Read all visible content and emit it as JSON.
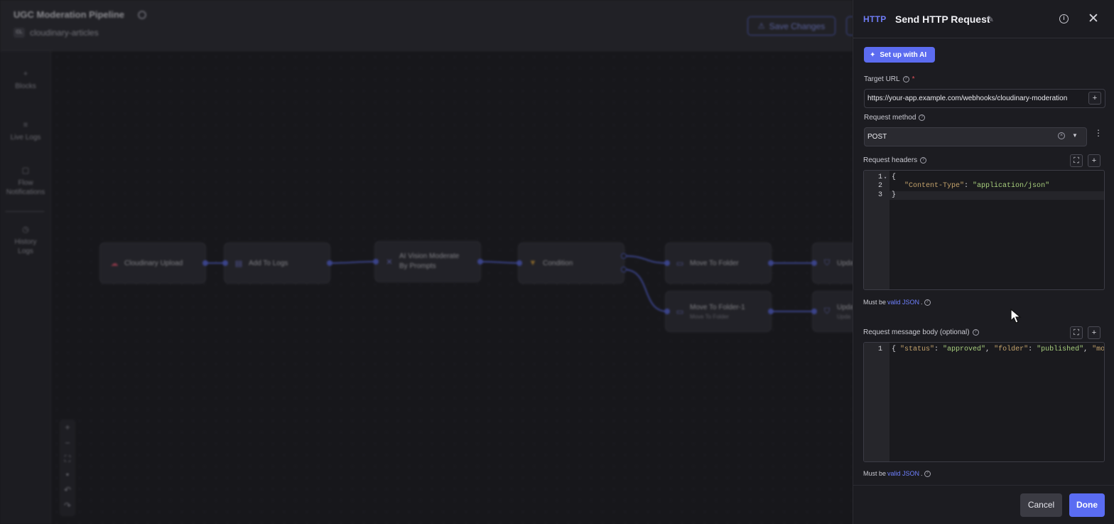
{
  "flow": {
    "title": "UGC Moderation Pipeline",
    "project_badge": "CL",
    "project_name": "cloudinary-articles",
    "save_label": "Save Changes"
  },
  "leftnav": [
    {
      "label": "Blocks",
      "icon": "plus-icon"
    },
    {
      "label": "Live Logs",
      "icon": "list-icon"
    },
    {
      "label": "Flow Notifications",
      "icon": "book-icon"
    },
    {
      "label": "History Logs",
      "icon": "history-icon"
    }
  ],
  "nodes": [
    {
      "label": "Cloudinary Upload",
      "sub": "",
      "icon": "cloud-icon"
    },
    {
      "label": "Add To Logs",
      "sub": "",
      "icon": "list-icon"
    },
    {
      "label": "AI Vision Moderate By Prompts",
      "sub": "",
      "icon": "eye-icon"
    },
    {
      "label": "Condition",
      "sub": "",
      "icon": "filter-icon"
    },
    {
      "label": "Move To Folder",
      "sub": "",
      "icon": "folder-icon"
    },
    {
      "label": "Move To Folder-1",
      "sub": "Move To Folder",
      "icon": "folder-icon"
    },
    {
      "label": "Upda",
      "sub": "",
      "icon": "shield-icon"
    },
    {
      "label": "Upda",
      "sub": "Upda",
      "icon": "shield-icon"
    }
  ],
  "panel": {
    "tag": "HTTP",
    "title": "Send HTTP Request",
    "ai_button": "Set up with AI",
    "target_url": {
      "label": "Target URL",
      "value": "https://your-app.example.com/webhooks/cloudinary-moderation"
    },
    "method": {
      "label": "Request method",
      "value": "POST"
    },
    "headers": {
      "label": "Request headers",
      "lines": [
        "1",
        "2",
        "3"
      ]
    },
    "body": {
      "label": "Request message body (optional)",
      "lines": [
        "1"
      ]
    },
    "hint_prefix": "Must be ",
    "hint_link": "valid JSON",
    "hint_suffix": ".",
    "cancel": "Cancel",
    "done": "Done"
  },
  "colors": {
    "accent": "#5c6cf0",
    "link": "#6f80ff",
    "required": "#e2515a",
    "json_key": "#c4a36b",
    "json_string": "#a8cf7d"
  }
}
